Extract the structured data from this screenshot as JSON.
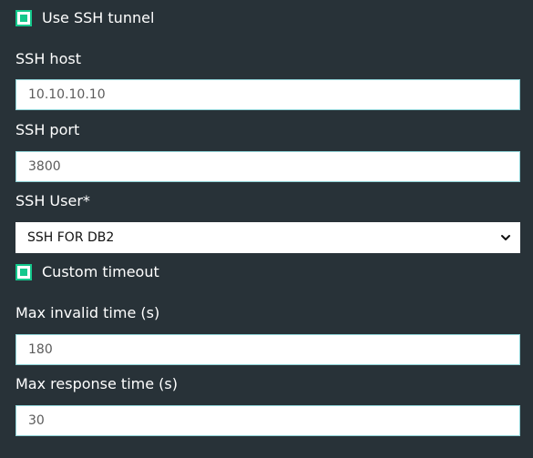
{
  "form": {
    "use_ssh_tunnel": {
      "label": "Use SSH tunnel",
      "checked": true
    },
    "ssh_host": {
      "label": "SSH host",
      "value": "10.10.10.10"
    },
    "ssh_port": {
      "label": "SSH port",
      "value": "3800"
    },
    "ssh_user": {
      "label": "SSH User*",
      "selected": "SSH FOR DB2",
      "icon": "chevron-down-icon"
    },
    "custom_timeout": {
      "label": "Custom timeout",
      "checked": true
    },
    "max_invalid_time": {
      "label": "Max invalid time (s)",
      "value": "180"
    },
    "max_response_time": {
      "label": "Max response time (s)",
      "value": "30"
    }
  },
  "colors": {
    "background": "#283238",
    "accent": "#14c88c",
    "input_border": "#8fd2d6",
    "input_text": "#5b5b5b",
    "label_text": "#ffffff"
  }
}
